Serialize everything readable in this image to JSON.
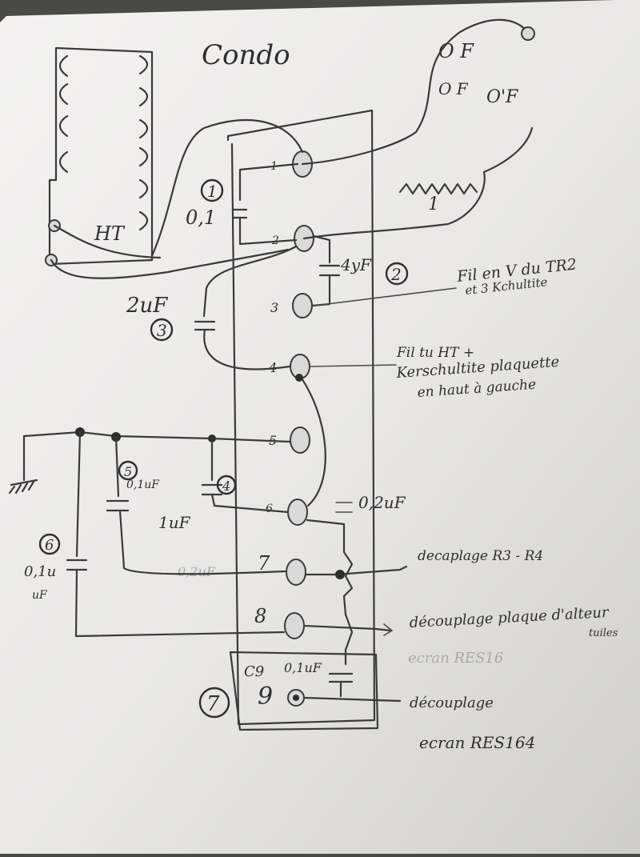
{
  "title": "Condo",
  "transformer_label": "HT",
  "labels_top_right": {
    "of1": "O F",
    "of2": "O F",
    "of3": "O'F"
  },
  "resistor_label": "1",
  "terminals": [
    "1",
    "2",
    "3",
    "4",
    "5",
    "6",
    "7",
    "8",
    "9"
  ],
  "cap_labels": {
    "c1": "0,1",
    "c2": "4yF",
    "c3": "2uF",
    "c4": "1uF",
    "c5": "0,1uF",
    "c6a": "0,1u",
    "c6b": "uF",
    "c_right": "0,2uF",
    "c7_text": "0,2uF",
    "c9_value": "0,1uF",
    "c9_name": "C9"
  },
  "circled_numbers": [
    "1",
    "2",
    "3",
    "4",
    "5",
    "6",
    "7"
  ],
  "notes": {
    "n1_line1": "Fil en V du TR2",
    "n1_line2": "et 3 Kchultite",
    "n2_line1": "Fil tu HT +",
    "n2_line2": "Kerschultite plaquette",
    "n2_line3": "en haut à gauche",
    "n3": "decaplage R3 - R4",
    "n4_line1": "découplage plaque d'alteur",
    "n4_line2": "tuiles",
    "n5_faint": "ecran RES16",
    "n6_line1": "découplage",
    "n6_line2": "ecran RES164"
  },
  "colors": {
    "paper": "#ecebe6",
    "ink": "#3a3a3a"
  }
}
